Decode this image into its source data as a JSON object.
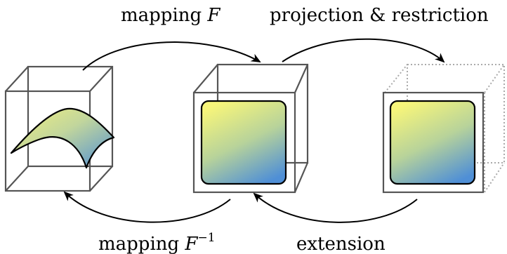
{
  "labels": {
    "mapping_top": {
      "text": "mapping ",
      "var": "F"
    },
    "projection": "projection & restriction",
    "mapping_bottom": {
      "text": "mapping ",
      "var": "F",
      "exp": "−1"
    },
    "extension": "extension"
  },
  "colors": {
    "gradient_top": "#f7f57a",
    "gradient_mid": "#b8d39a",
    "gradient_bottom": "#4f8fd6",
    "box_edge": "#555555",
    "dotted_edge": "#aaaaaa",
    "arrow": "#000000"
  }
}
